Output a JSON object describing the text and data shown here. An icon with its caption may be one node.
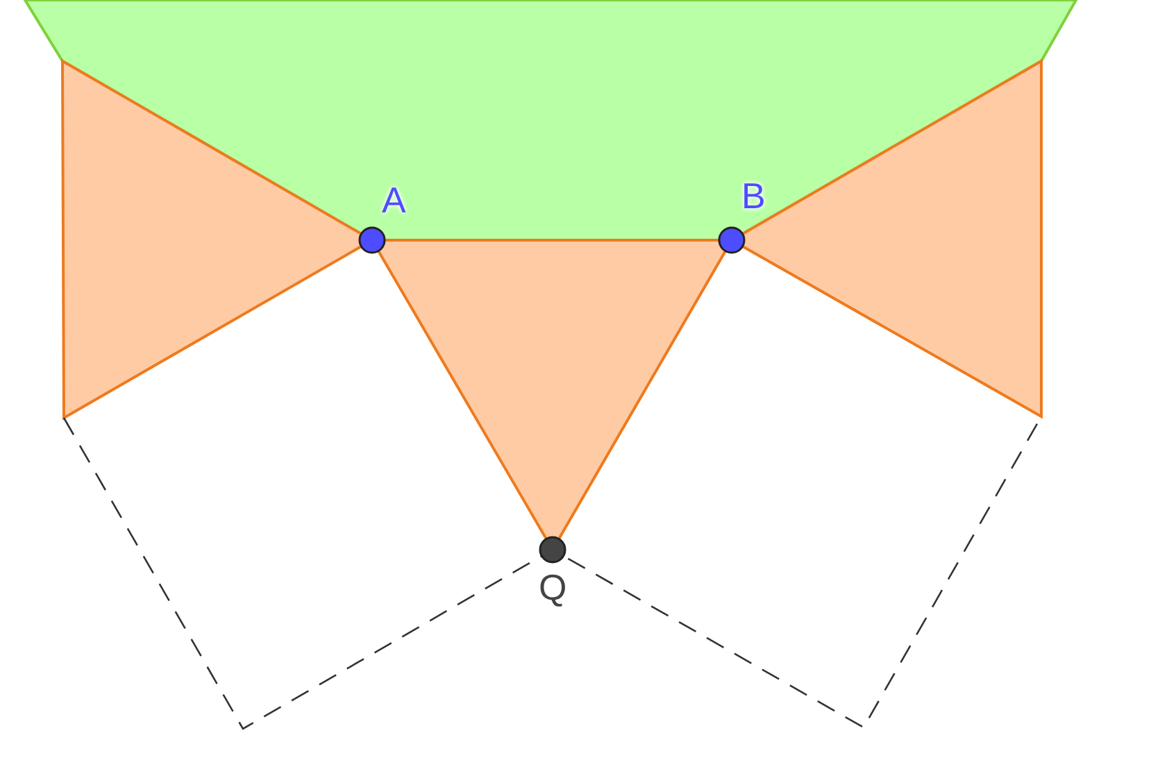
{
  "diagram": {
    "labels": [
      "A",
      "B",
      "Q"
    ]
  }
}
